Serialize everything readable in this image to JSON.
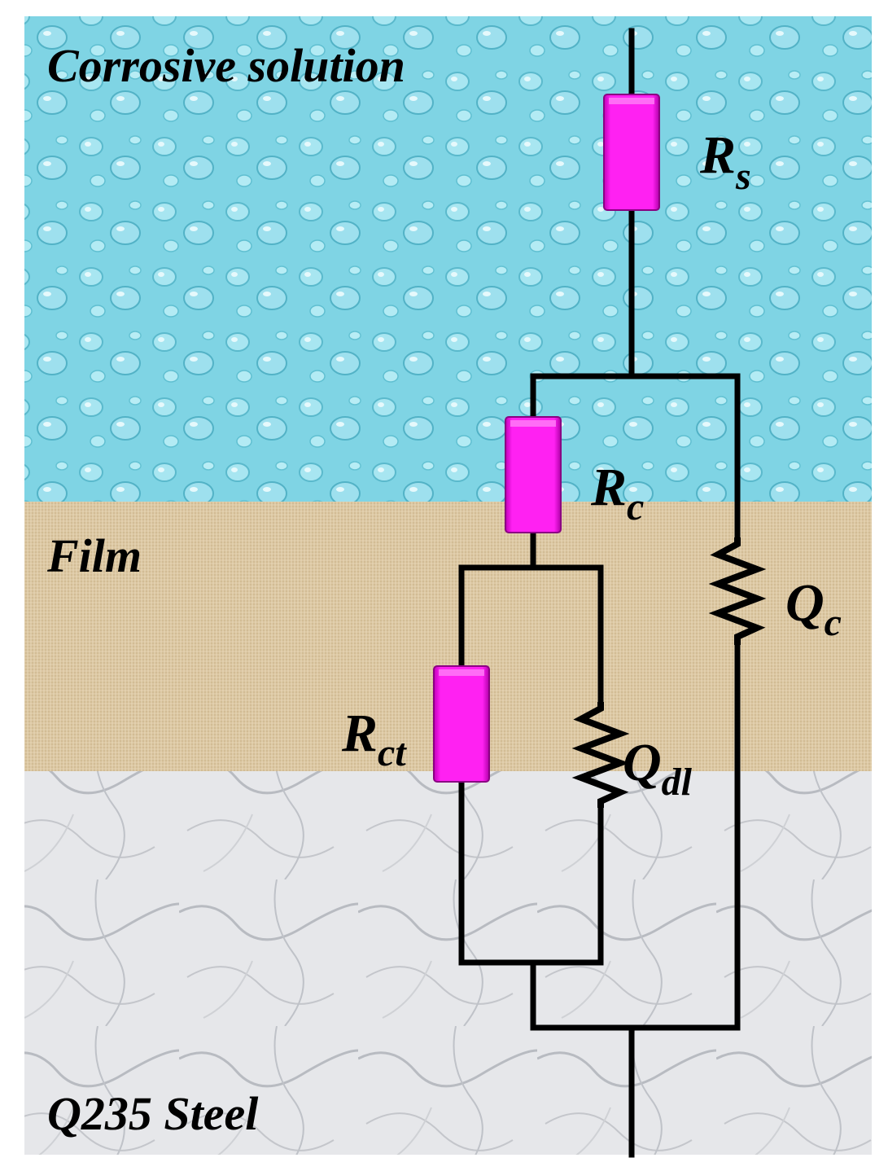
{
  "layers": {
    "solution": {
      "label": "Corrosive solution",
      "color": "#7fd4e4"
    },
    "film": {
      "label": "Film",
      "color": "#dcc7a3"
    },
    "steel": {
      "label": "Q235 Steel",
      "color": "#e4e5e8"
    }
  },
  "components": {
    "rs": {
      "symbol": "R",
      "subscript": "s",
      "type": "resistor"
    },
    "rc": {
      "symbol": "R",
      "subscript": "c",
      "type": "resistor"
    },
    "qc": {
      "symbol": "Q",
      "subscript": "c",
      "type": "constant-phase-element"
    },
    "rct": {
      "symbol": "R",
      "subscript": "ct",
      "type": "resistor"
    },
    "qdl": {
      "symbol": "Q",
      "subscript": "dl",
      "type": "constant-phase-element"
    }
  },
  "colors": {
    "resistor_fill": "#ff21f2",
    "wire": "#000000"
  }
}
